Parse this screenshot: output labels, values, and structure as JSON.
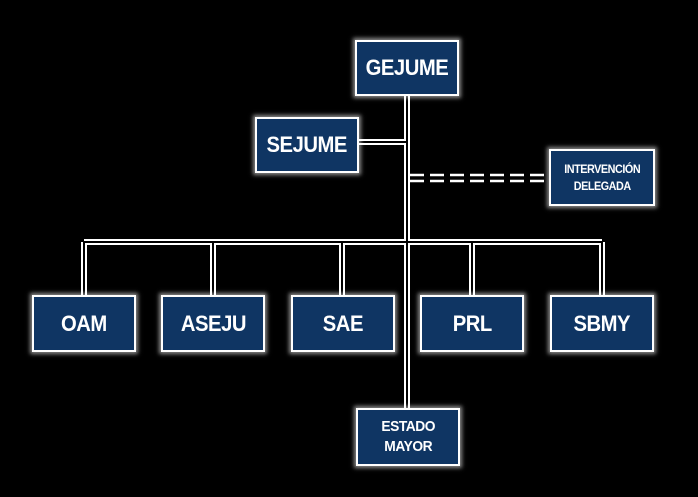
{
  "diagram": {
    "root": "GEJUME",
    "staff": "SEJUME",
    "delegated": [
      "INTERVENCIÓN",
      "DELEGADA"
    ],
    "units": [
      "OAM",
      "ASEJU",
      "SAE",
      "PRL",
      "SBMY"
    ],
    "bottom": [
      "ESTADO",
      "MAYOR"
    ]
  },
  "colors": {
    "background": "#000000",
    "box_fill": "#0f3563",
    "line": "#ffffff"
  }
}
